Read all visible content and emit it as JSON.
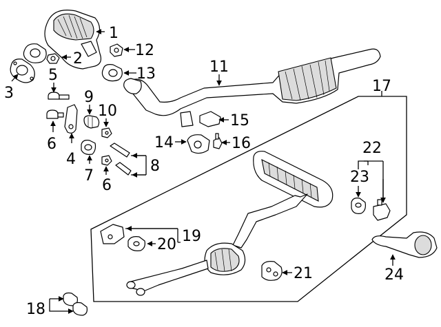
{
  "callouts": {
    "c1": "1",
    "c2": "2",
    "c3": "3",
    "c4": "4",
    "c5": "5",
    "c6a": "6",
    "c6b": "6",
    "c7": "7",
    "c8": "8",
    "c9": "9",
    "c10": "10",
    "c11": "11",
    "c12": "12",
    "c13": "13",
    "c14": "14",
    "c15": "15",
    "c16": "16",
    "c17": "17",
    "c18": "18",
    "c19": "19",
    "c20": "20",
    "c21": "21",
    "c22": "22",
    "c23": "23",
    "c24": "24"
  },
  "colors": {
    "line": "#000000",
    "fill": "#ffffff",
    "shade": "#dcdcdc"
  }
}
